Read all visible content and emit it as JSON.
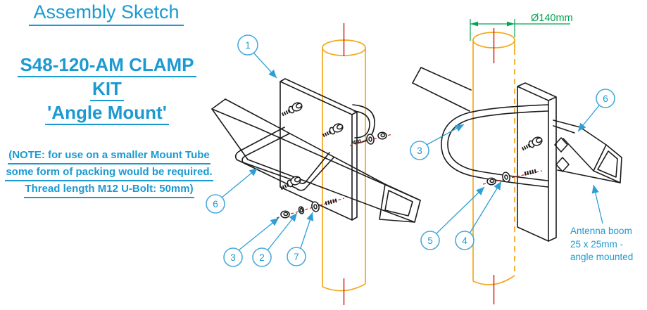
{
  "title": "Assembly Sketch",
  "heading": {
    "line1": "S48-120-AM CLAMP",
    "line2": "KIT",
    "line3": "'Angle Mount'"
  },
  "note": {
    "line1": "(NOTE: for use on a smaller Mount Tube",
    "line2": "some form of packing would be required.",
    "line3": "Thread length M12 U-Bolt: 50mm)"
  },
  "diagram": {
    "dimension_label": "Ø140mm",
    "boom_label": {
      "line1": "Antenna boom",
      "line2": "25 x 25mm -",
      "line3": "angle mounted"
    },
    "callouts": {
      "left_view": [
        {
          "id": "1"
        },
        {
          "id": "6"
        },
        {
          "id": "3"
        },
        {
          "id": "2"
        },
        {
          "id": "7"
        }
      ],
      "right_view": [
        {
          "id": "3"
        },
        {
          "id": "6"
        },
        {
          "id": "5"
        },
        {
          "id": "4"
        }
      ]
    }
  },
  "colors": {
    "accent_blue": "#1b9ad2",
    "callout_circle_blue": "#4aabdb",
    "tube_orange": "#f4a81d",
    "centerline_red": "#cf2318",
    "dimension_green": "#00a550",
    "linework": "#1c1c1c"
  }
}
